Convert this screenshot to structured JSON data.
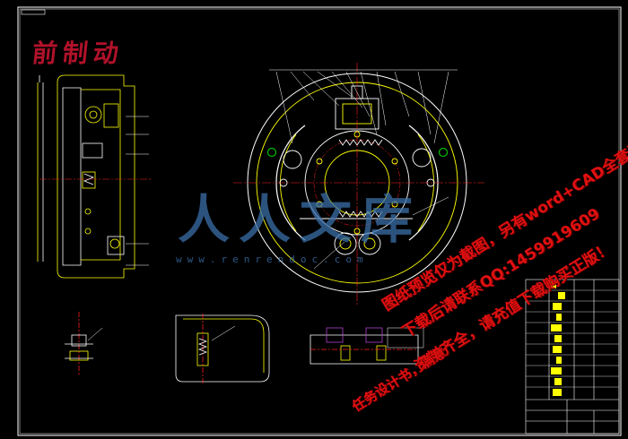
{
  "drawing": {
    "title": "前制动",
    "watermark_logo": "人人文库",
    "watermark_url": "www.renrendoc.com",
    "watermark_lines": [
      "图纸预览仅为截图，另有word+CAD全套资料！",
      "下载后请联系QQ:1459919609",
      "资料齐全，请充值下载购买正版！",
      "任务设计书，满意"
    ]
  },
  "colors": {
    "background": "#000000",
    "frame": "#ffffff",
    "outline": "#ffff00",
    "centerline": "#ff2020",
    "dimension": "#00c000",
    "watermark_red": "#e01010",
    "watermark_blue": "#3a6fa8",
    "title_red": "#b0122a"
  }
}
